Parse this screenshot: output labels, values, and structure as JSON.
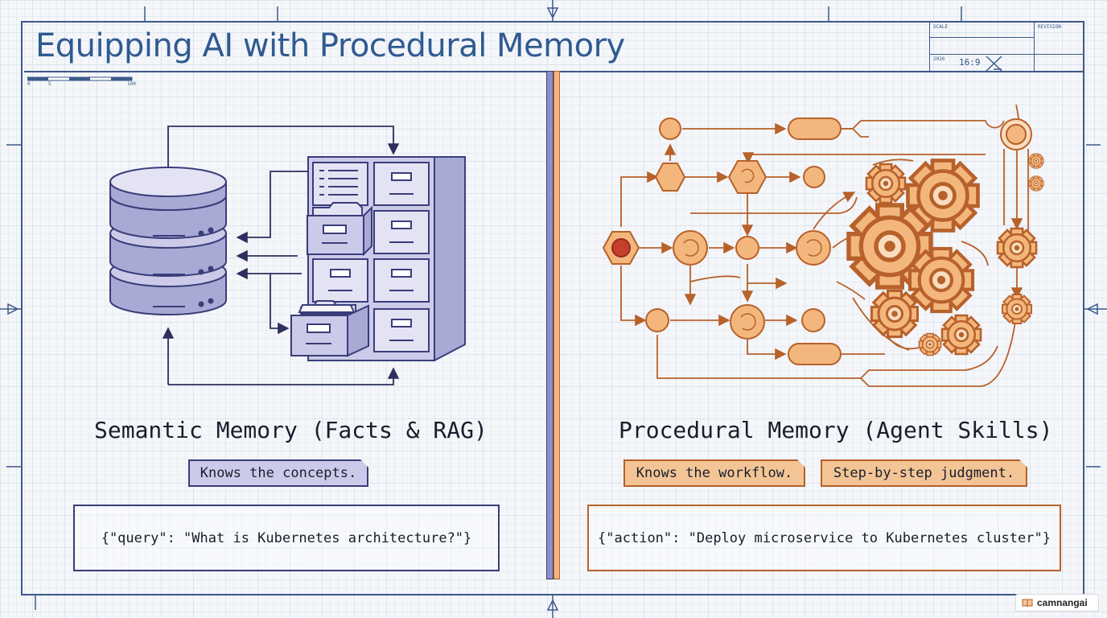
{
  "title": "Equipping AI with Procedural Memory",
  "title_block": {
    "scale_label": "SCALE",
    "revision_label": "REVISION",
    "date_label": "2026",
    "ratio": "16:9"
  },
  "scale_bar": {
    "labels": [
      "0",
      "5",
      "100"
    ]
  },
  "left_panel": {
    "heading": "Semantic Memory (Facts & RAG)",
    "note": "Knows the concepts.",
    "code": "{\"query\": \"What is Kubernetes architecture?\"}",
    "colors": {
      "stroke": "#3a3d7a",
      "fill": "#cbcbe9",
      "fill_dark": "#a9a9d6"
    }
  },
  "right_panel": {
    "heading": "Procedural Memory (Agent Skills)",
    "notes": [
      "Knows the workflow.",
      "Step-by-step judgment."
    ],
    "code": "{\"action\": \"Deploy microservice to Kubernetes cluster\"}",
    "colors": {
      "stroke": "#b8612a",
      "fill": "#f3b77d",
      "accent": "#c4402b"
    }
  },
  "watermark": {
    "icon": "book-icon",
    "text": "camnangai"
  }
}
